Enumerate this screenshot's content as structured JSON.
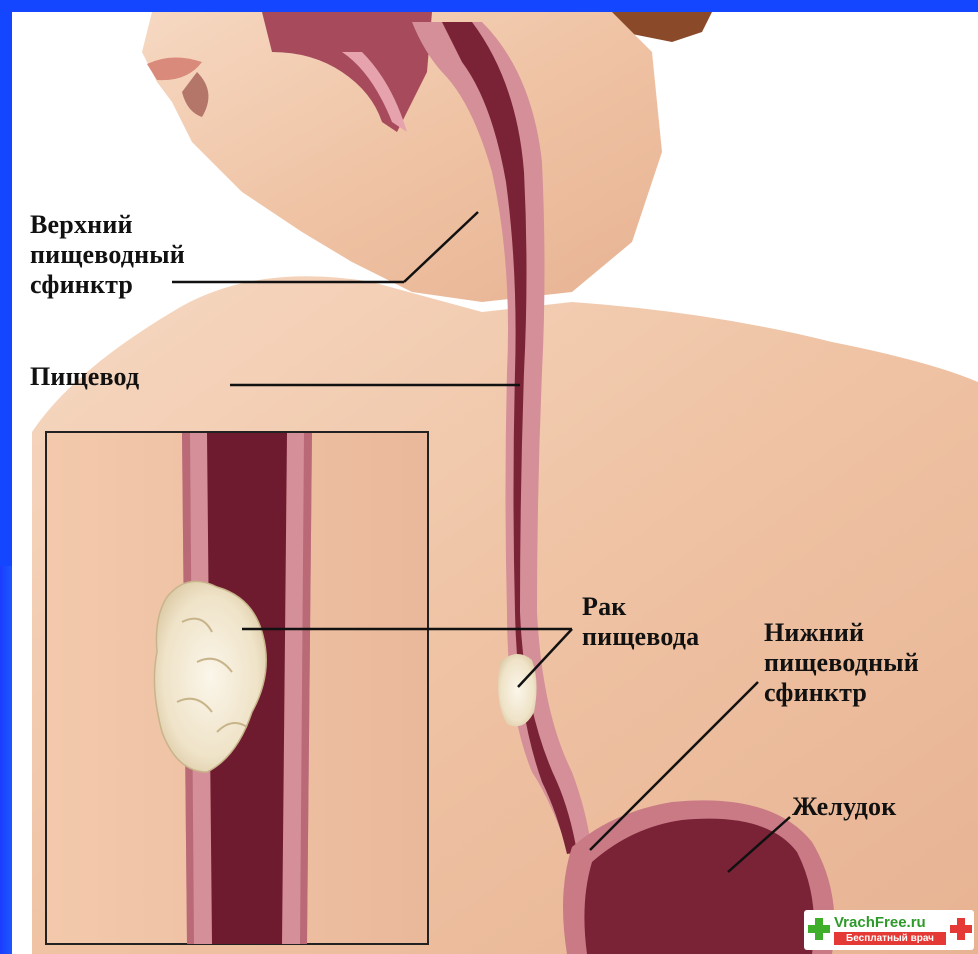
{
  "labels": {
    "upper_sphincter": [
      "Верхний",
      "пищеводный",
      "сфинктр"
    ],
    "esophagus": "Пищевод",
    "cancer": [
      "Рак",
      "пищевода"
    ],
    "lower_sphincter": [
      "Нижний",
      "пищеводный",
      "сфинктр"
    ],
    "stomach": "Желудок"
  },
  "watermark": {
    "brand": "VrachFree.ru",
    "tagline": "Бесплатный врач"
  },
  "colors": {
    "frame": "#1446ff",
    "skin": "#f0c7a8",
    "esophagus_wall": "#c97a85",
    "esophagus_lumen": "#7a2236",
    "tumor": "#f3ead6"
  }
}
